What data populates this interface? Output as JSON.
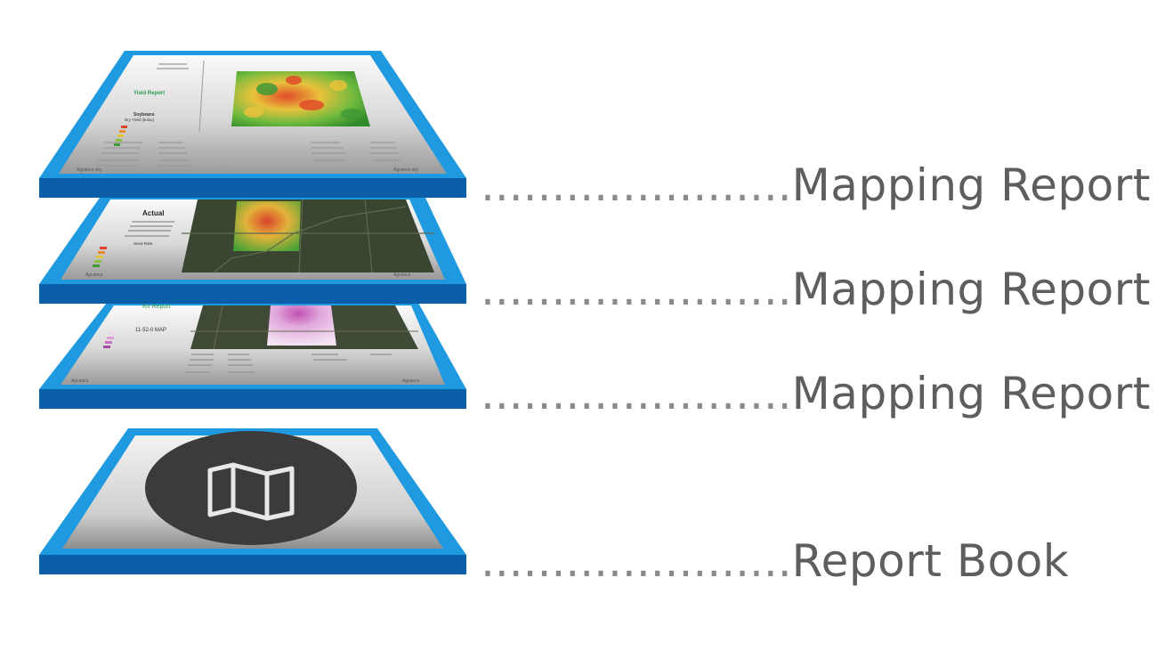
{
  "layers": [
    {
      "label": "Mapping Report",
      "sheet_title": "Yield Report",
      "sheet_heading": "Soybeans",
      "sheet_subheading": "Dry Yield (bu/ac)",
      "brand": "Agvance sky"
    },
    {
      "label": "Mapping Report",
      "sheet_heading": "Actual",
      "sheet_subheading": "Seed Rate",
      "brand": "Agvance"
    },
    {
      "label": "Mapping Report",
      "sheet_title": "Rx Report",
      "sheet_heading": "11-52-0 MAP",
      "brand": "Agvance"
    },
    {
      "label": "Report Book",
      "icon": "map-icon"
    }
  ],
  "leader": "......................",
  "colors": {
    "frame_light": "#1f9ae0",
    "frame_dark": "#0b5ea8",
    "sheet": "#dcdcdc",
    "badge": "#3b3b3b",
    "label_text": "#5e5e5e"
  }
}
